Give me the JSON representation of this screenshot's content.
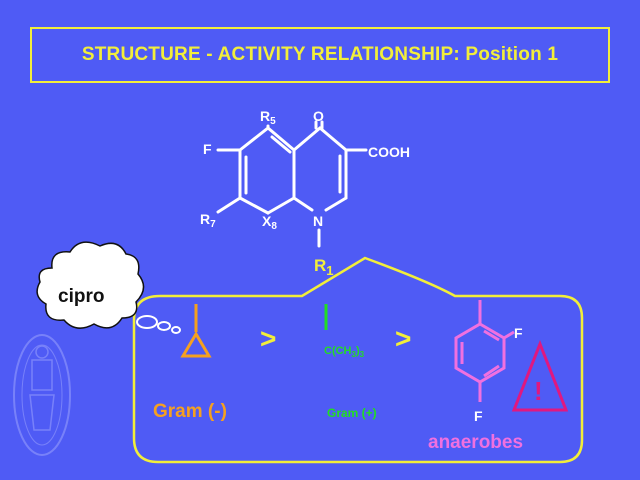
{
  "title": "STRUCTURE - ACTIVITY RELATIONSHIP: Position 1",
  "molecule": {
    "r5": "R",
    "r5_sub": "5",
    "oxo": "O",
    "fluoro": "F",
    "cooh": "COOH",
    "r7": "R",
    "r7_sub": "7",
    "x8": "X",
    "x8_sub": "8",
    "n1": "N",
    "r1": "R",
    "r1_sub": "1"
  },
  "cloud_label": "cipro",
  "comparison": {
    "gt1": ">",
    "gt2": ">",
    "tbutyl": "C(CH",
    "tbutyl_sub": "3",
    "tbutyl_close": ")",
    "tbutyl_sub2": "3",
    "aryl_f_top": "F",
    "aryl_f_bottom": "F",
    "warning_mark": "!"
  },
  "labels": {
    "gram_neg": "Gram (-)",
    "gram_pos": "Gram (+)",
    "anaerobes": "anaerobes"
  },
  "colors": {
    "background": "#4f5bf5",
    "accent_yellow": "#f2ee3a",
    "cyclopropyl": "#f5a020",
    "tbutyl": "#22dd22",
    "aryl": "#f070e0",
    "warning": "#e01880",
    "white": "#ffffff"
  }
}
